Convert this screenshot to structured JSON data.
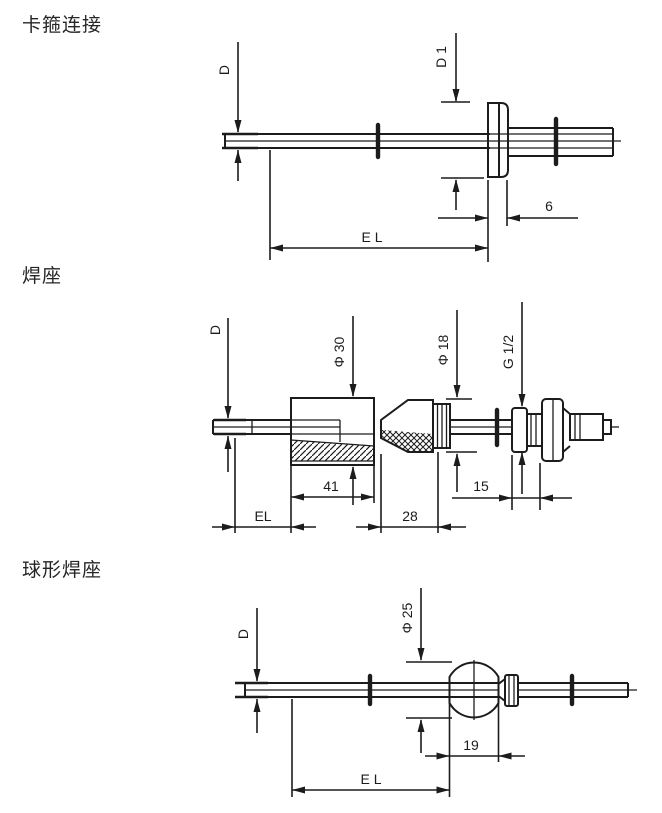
{
  "page": {
    "background": "#ffffff",
    "line_color": "#1c1c1c",
    "text_color": "#262626"
  },
  "sections": [
    {
      "title": "卡箍连接",
      "dims": {
        "d": "D",
        "d1": "D 1",
        "flange_width": "6",
        "insertion_length": "E L"
      }
    },
    {
      "title": "焊座",
      "dims": {
        "d": "D",
        "socket_dia": "Φ 30",
        "cone_dia": "Φ 18",
        "thread": "G 1/2",
        "socket_len": "41",
        "cone_len": "28",
        "boss_len": "15",
        "insertion_length": "EL"
      }
    },
    {
      "title": "球形焊座",
      "dims": {
        "d": "D",
        "ball_dia": "Φ 25",
        "ball_len": "19",
        "insertion_length": "E L"
      }
    }
  ]
}
